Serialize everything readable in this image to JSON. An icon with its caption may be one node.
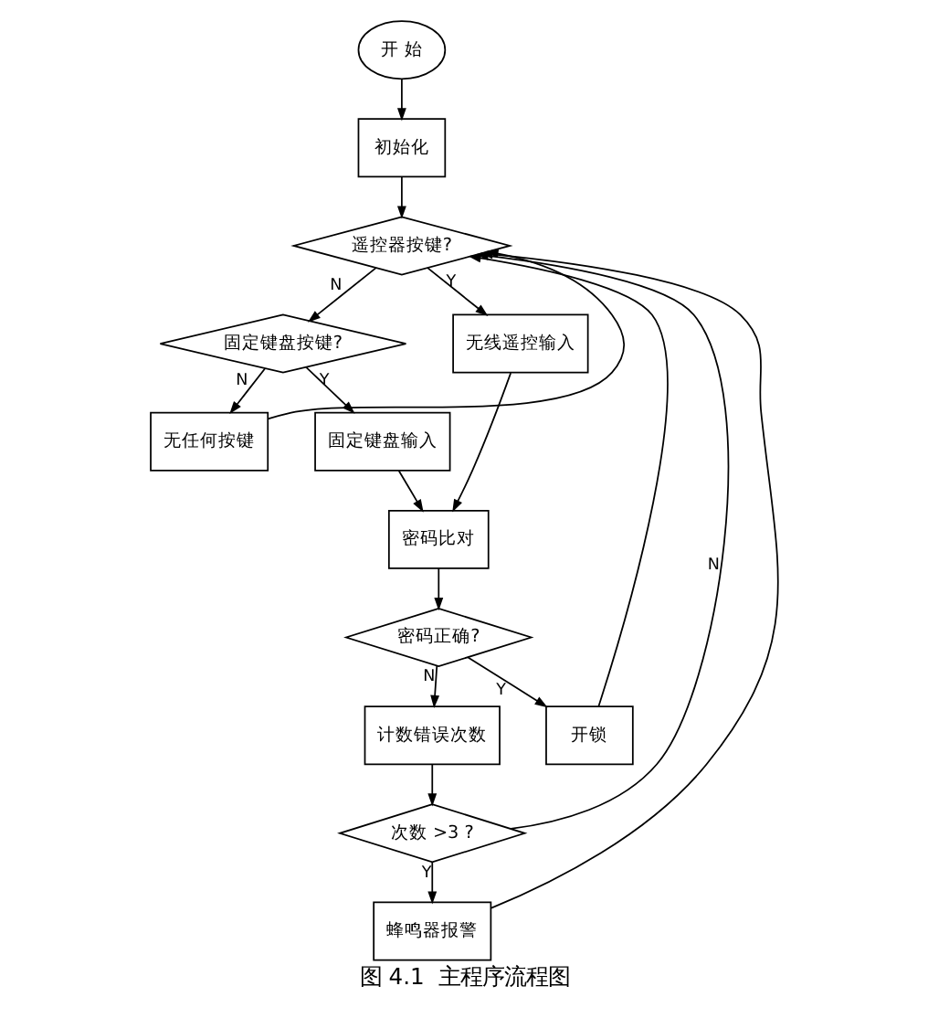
{
  "diagram": {
    "caption": "图 4.1  主程序流程图",
    "nodes": [
      {
        "text": [
          "开 始"
        ]
      },
      {
        "text": [
          "初始化"
        ]
      },
      {
        "text": [
          "遥控器按键?"
        ]
      },
      {
        "text": [
          "固定键盘按键?"
        ]
      },
      {
        "text": [
          "无任何按键"
        ]
      },
      {
        "text": [
          "固定键盘输入"
        ]
      },
      {
        "text": [
          "无线遥控输入"
        ]
      },
      {
        "text": [
          "密码比对"
        ]
      },
      {
        "text": [
          "密码正确?"
        ]
      },
      {
        "text": [
          "计数错误次数"
        ]
      },
      {
        "text": [
          "开锁"
        ]
      },
      {
        "text": [
          "次数 >3 ?"
        ]
      },
      {
        "text": [
          "蜂鸣器报警"
        ]
      }
    ],
    "edges": [
      {
        "from": 0,
        "to": 1,
        "arrow": "to"
      },
      {
        "from": 1,
        "to": 2,
        "arrow": "to"
      },
      {
        "from": 2,
        "to": 6,
        "label": "Y",
        "arrow": "to"
      },
      {
        "from": 2,
        "to": 3,
        "label": "N",
        "arrow": "to"
      },
      {
        "from": 3,
        "to": 5,
        "label": "Y",
        "arrow": "to"
      },
      {
        "from": 3,
        "to": 4,
        "label": "N",
        "arrow": "to"
      },
      {
        "from": 4,
        "to": 2,
        "arrow": "to"
      },
      {
        "from": 5,
        "to": 7,
        "arrow": "to"
      },
      {
        "from": 6,
        "to": 7,
        "arrow": "to"
      },
      {
        "from": 8,
        "to": 10,
        "label": "Y",
        "arrow": "to"
      },
      {
        "from": 7,
        "to": 8,
        "arrow": "to"
      },
      {
        "from": 8,
        "to": 9,
        "label": "N",
        "arrow": "to"
      },
      {
        "from": 9,
        "to": 11,
        "arrow": "to"
      },
      {
        "from": 11,
        "to": 12,
        "label": "Y",
        "arrow": "to"
      },
      {
        "from": 11,
        "to": 2,
        "label": "N",
        "arrow": "to"
      },
      {
        "from": 10,
        "to": 2,
        "arrow": "to"
      },
      {
        "from": 12,
        "to": 2,
        "arrow": "to"
      }
    ]
  }
}
